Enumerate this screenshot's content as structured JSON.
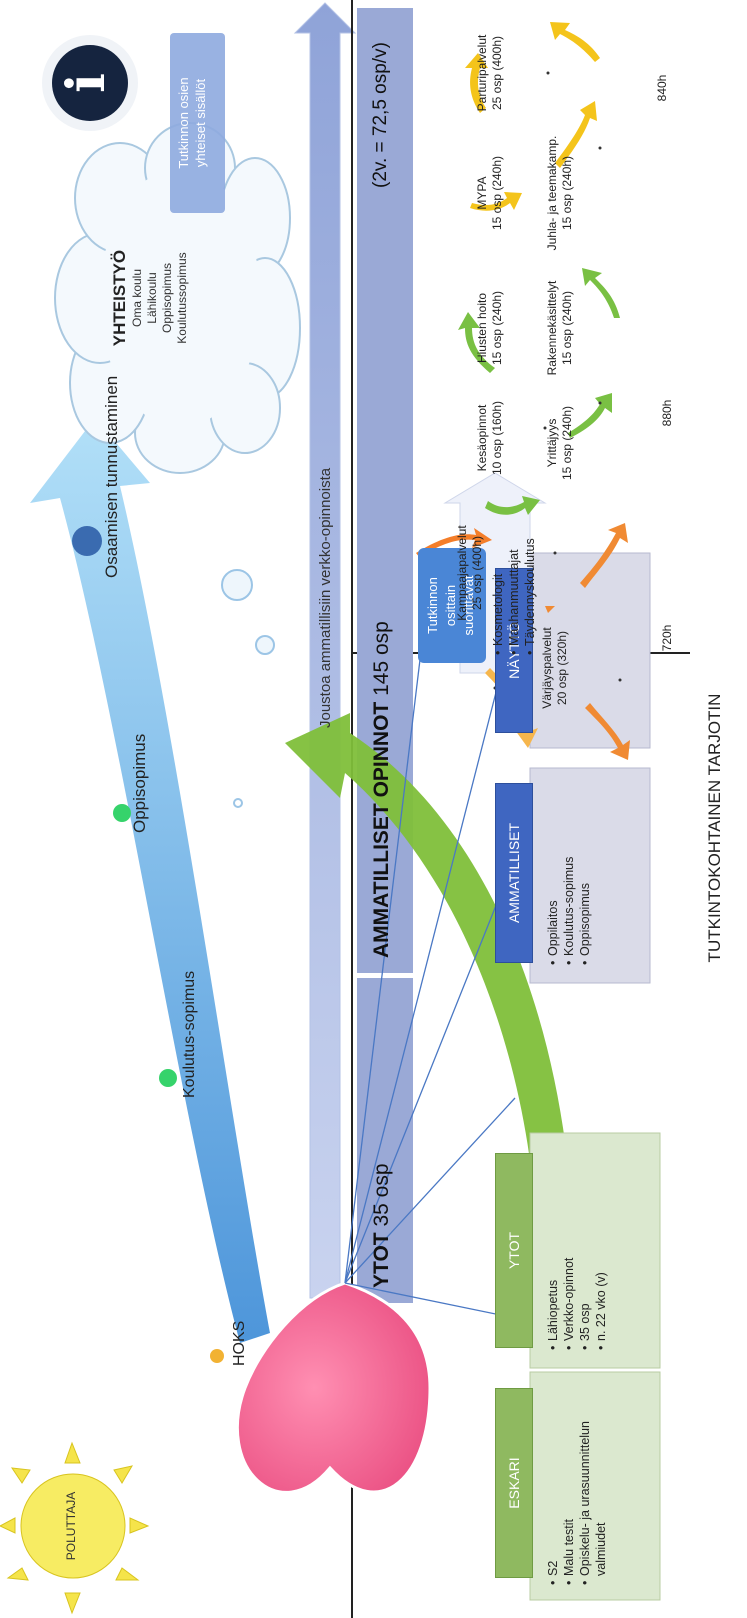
{
  "sun": {
    "label": "POLUTTAJA"
  },
  "path_labels": [
    "HOKS",
    "Koulutus-sopimus",
    "Oppisopimus",
    "Osaamisen tunnustaminen"
  ],
  "info": {
    "icon_letter": "i",
    "box_lines": [
      "Tutkinnon osien",
      "yhteiset sisällöt"
    ]
  },
  "cloud": {
    "title": "YHTEISTYÖ",
    "lines": [
      "Oma koulu",
      "Lähikoulu",
      "Oppisopimus",
      "Koulutussopimus"
    ]
  },
  "arrow_label": "Joustoa ammatillisiin verkko-opinnoista",
  "bars": {
    "ytot": {
      "bold": "YTOT",
      "rest": "35 osp"
    },
    "amm": {
      "bold": "AMMATILLISET OPINNOT",
      "rest": "145 osp"
    },
    "formula": "(2v. = 72,5 osp/v)"
  },
  "cards": [
    {
      "title": "ESKARI",
      "items": [
        "S2",
        "Malu testit",
        "Opiskelu- ja urasuunnittelun valmiudet"
      ]
    },
    {
      "title": "YTOT",
      "items": [
        "Lähiopetus",
        "Verkko-opinnot",
        "35 osp",
        "n. 22 vko (v)"
      ]
    },
    {
      "title": "AMMATILLISET",
      "items": [
        "Oppilaitos",
        "Koulutus-sopimus",
        "Oppisopimus"
      ]
    },
    {
      "title": "NÄYTTÖ",
      "items": []
    }
  ],
  "partial": {
    "box_lines": [
      "Tutkinnon",
      "osittain",
      "suorittavat"
    ],
    "items": [
      "Kosmetologit",
      "Maahanmuuttajat",
      "Täydennyskoulutus"
    ]
  },
  "cycles": [
    {
      "color": "orange",
      "hours": "720h",
      "modules": [
        {
          "name": "Värjäyspalvelut",
          "credits": "20 osp (320h)"
        },
        {
          "name": "Kampaajapalvelut",
          "credits": "25 osp (400h)"
        }
      ]
    },
    {
      "color": "green",
      "hours": "880h",
      "modules": [
        {
          "name": "Kesäopinnot",
          "credits": "10 osp (160h)"
        },
        {
          "name": "Hiusten hoito",
          "credits": "15 osp (240h)"
        },
        {
          "name": "Yrittäjyys",
          "credits": "15 osp (240h)"
        },
        {
          "name": "Rakennekäsittelyt",
          "credits": "15 osp (240h)"
        }
      ]
    },
    {
      "color": "yellow",
      "hours": "840h",
      "modules": [
        {
          "name": "MYPA",
          "credits": "15 osp (240h)"
        },
        {
          "name": "Parturipalvelut",
          "credits": "25 osp (400h)"
        },
        {
          "name": "Juhla- ja teemakamp.",
          "credits": "15 osp (240h)"
        }
      ]
    }
  ],
  "footer": "TUTKINTOKOHTAINEN TARJOTIN",
  "colors": {
    "bar_blue": "#9aa9d6",
    "card_green": "#8fb960",
    "card_blue": "#3f66c1",
    "heart": "#f0608e",
    "sun": "#f5e44a",
    "arrow_blue": "#63b3ea",
    "green_arrow": "#7fbf3a"
  }
}
